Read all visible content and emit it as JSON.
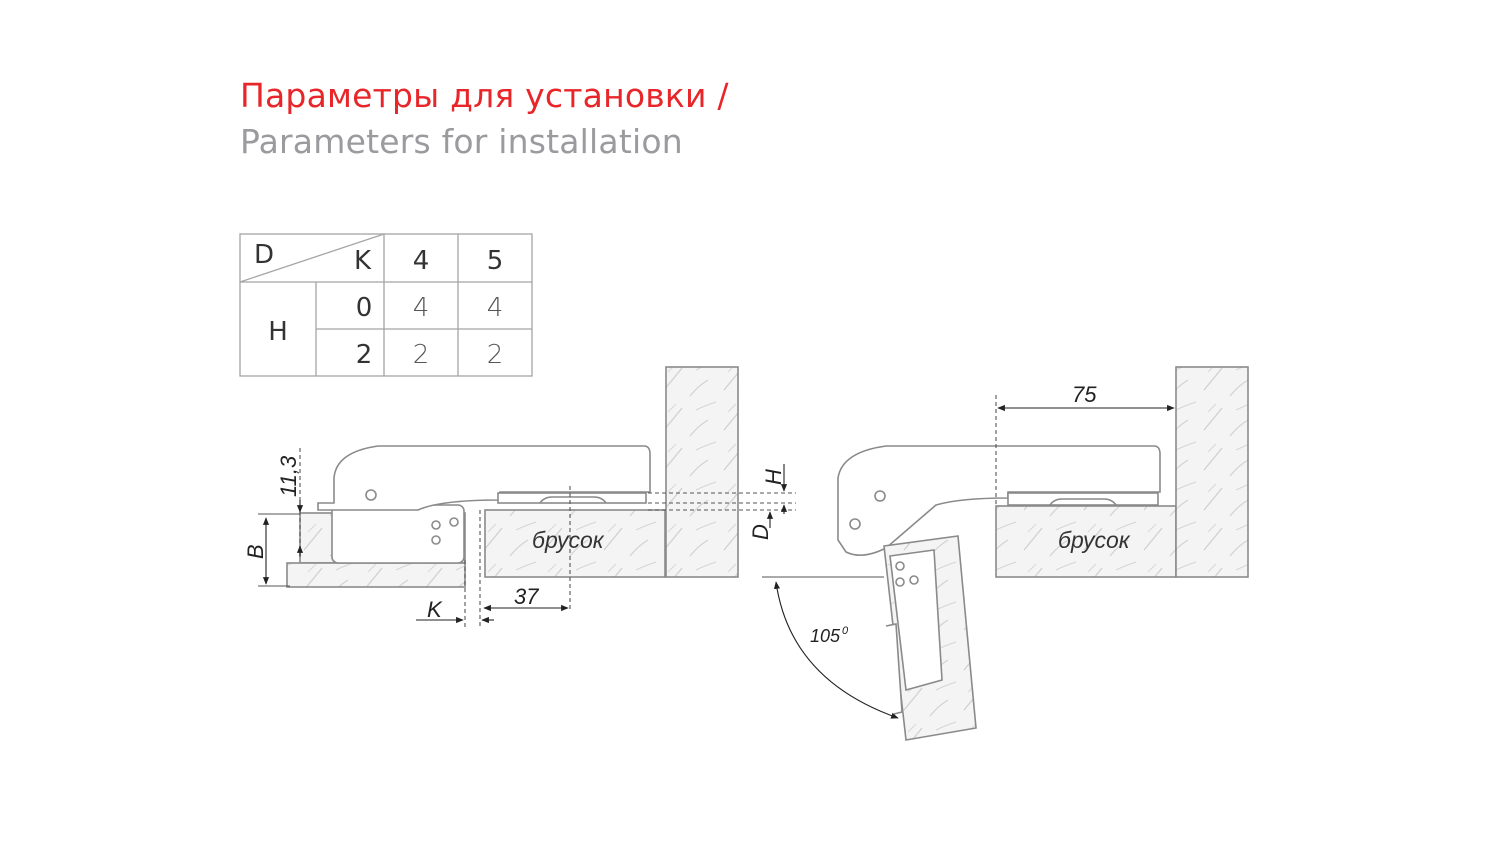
{
  "header": {
    "title_ru": "Параметры для установки /",
    "title_en": "Parameters for installation"
  },
  "table": {
    "corner_d": "D",
    "corner_k": "K",
    "row_group": "H",
    "col_headers": [
      "4",
      "5"
    ],
    "rows": [
      {
        "h": "0",
        "values": [
          "4",
          "4"
        ]
      },
      {
        "h": "2",
        "values": [
          "2",
          "2"
        ]
      }
    ]
  },
  "diagram": {
    "dim_11_3": "11,3",
    "dim_b": "B",
    "dim_k": "K",
    "dim_37": "37",
    "dim_h": "H",
    "dim_d": "D",
    "dim_75": "75",
    "angle": "105",
    "angle_unit": "0",
    "label_left": "брусок",
    "label_right": "брусок"
  },
  "colors": {
    "title_red": "#e8262a",
    "title_gray": "#9b9b9f",
    "line": "#8a8a8a",
    "wood": "#f3f3f3"
  }
}
